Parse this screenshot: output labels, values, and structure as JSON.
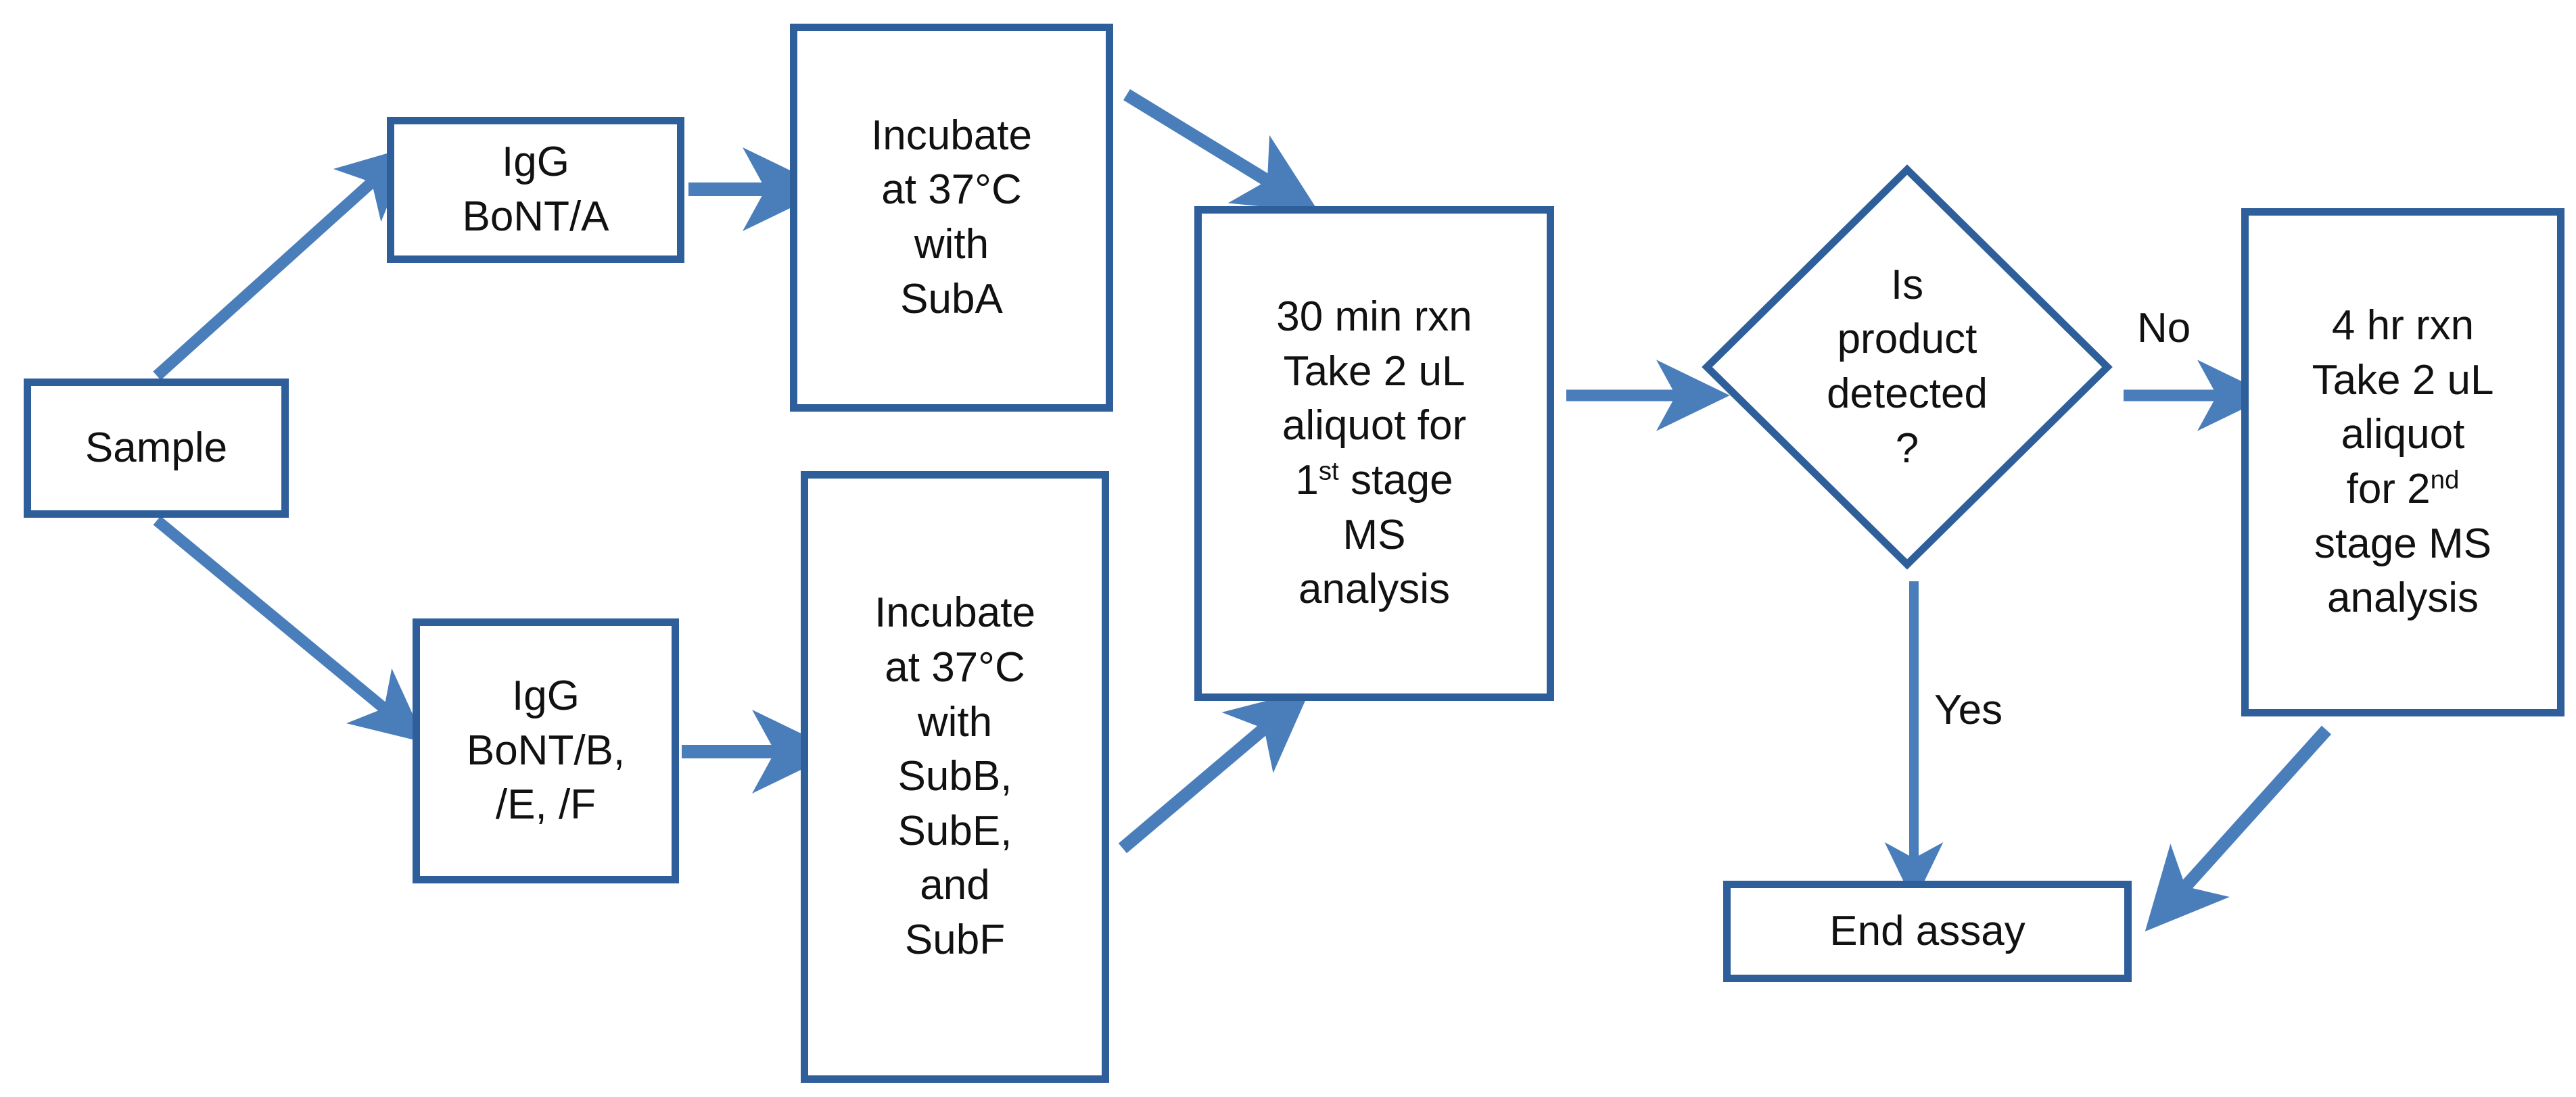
{
  "diagram": {
    "title": "BoNT immunocapture endopeptidase mass spectrometry assay workflow",
    "type": "flowchart",
    "colors": {
      "node_border": "#2e5f9a",
      "node_fill": "#ffffff",
      "arrow": "#4a7ebb",
      "diamond_border": "#2e5f9a",
      "text": "#111111",
      "background": "#ffffff"
    },
    "nodes": [
      {
        "id": "sample",
        "shape": "rectangle",
        "label": "Sample",
        "lines": [
          "Sample"
        ]
      },
      {
        "id": "igg-a",
        "shape": "rectangle",
        "label": "IgG BoNT/A",
        "lines": [
          "IgG",
          "BoNT/A"
        ]
      },
      {
        "id": "igg-bef",
        "shape": "rectangle",
        "label": "IgG BoNT/B, /E, /F",
        "lines": [
          "IgG",
          "BoNT/B,",
          "/E, /F"
        ]
      },
      {
        "id": "incubate-a",
        "shape": "rectangle",
        "label": "Incubate at 37°C with SubA",
        "lines": [
          "Incubate",
          "at 37°C",
          "with",
          "SubA"
        ]
      },
      {
        "id": "incubate-bef",
        "shape": "rectangle",
        "label": "Incubate at 37°C with SubB, SubE, and SubF",
        "lines": [
          "Incubate",
          "at 37°C",
          "with",
          "SubB,",
          "SubE,",
          "and",
          "SubF"
        ]
      },
      {
        "id": "first-stage",
        "shape": "rectangle",
        "label": "30 min rxn Take 2 uL aliquot for 1st stage MS analysis",
        "lines": [
          "30 min rxn",
          "Take 2 uL",
          "aliquot for",
          "1st stage",
          "MS",
          "analysis"
        ],
        "line4_prefix": "1",
        "line4_sup": "st",
        "line4_suffix": " stage"
      },
      {
        "id": "decision",
        "shape": "diamond",
        "label": "Is product detected ?",
        "lines": [
          "Is",
          "product",
          "detected",
          "?"
        ]
      },
      {
        "id": "second-stage",
        "shape": "rectangle",
        "label": "4 hr rxn Take 2 uL aliquot for 2nd stage MS analysis",
        "lines": [
          "4 hr rxn",
          "Take 2 uL",
          "aliquot",
          "for 2nd",
          "stage MS",
          "analysis"
        ],
        "line4_prefix": "for 2",
        "line4_sup": "nd",
        "line4_suffix": ""
      },
      {
        "id": "end-assay",
        "shape": "rectangle",
        "label": "End assay",
        "lines": [
          "End assay"
        ]
      }
    ],
    "edge_labels": {
      "no": "No",
      "yes": "Yes"
    },
    "edges": [
      {
        "from": "sample",
        "to": "igg-a",
        "label": ""
      },
      {
        "from": "sample",
        "to": "igg-bef",
        "label": ""
      },
      {
        "from": "igg-a",
        "to": "incubate-a",
        "label": ""
      },
      {
        "from": "igg-bef",
        "to": "incubate-bef",
        "label": ""
      },
      {
        "from": "incubate-a",
        "to": "first-stage",
        "label": ""
      },
      {
        "from": "incubate-bef",
        "to": "first-stage",
        "label": ""
      },
      {
        "from": "first-stage",
        "to": "decision",
        "label": ""
      },
      {
        "from": "decision",
        "to": "second-stage",
        "label": "No"
      },
      {
        "from": "decision",
        "to": "end-assay",
        "label": "Yes"
      },
      {
        "from": "second-stage",
        "to": "end-assay",
        "label": ""
      }
    ]
  }
}
